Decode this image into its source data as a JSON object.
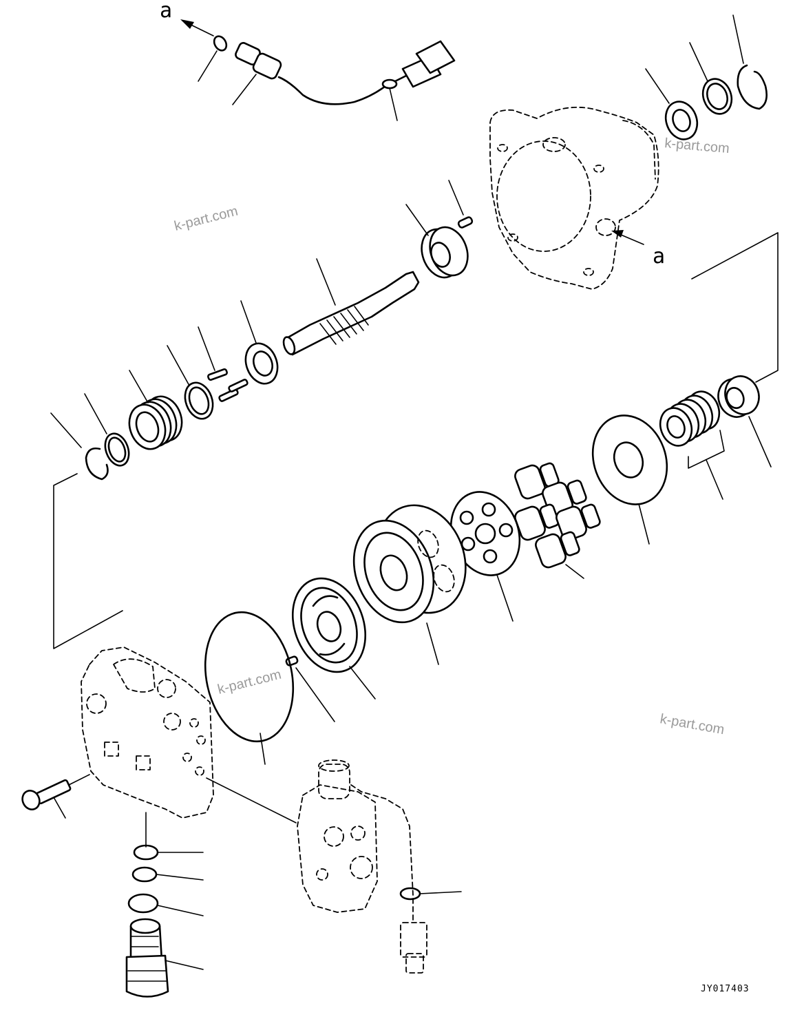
{
  "reference_labels": {
    "a_top": "a",
    "a_right": "a"
  },
  "watermarks": [
    "k-part.com",
    "k-part.com",
    "k-part.com",
    "k-part.com"
  ],
  "drawing_code": "JY017403"
}
